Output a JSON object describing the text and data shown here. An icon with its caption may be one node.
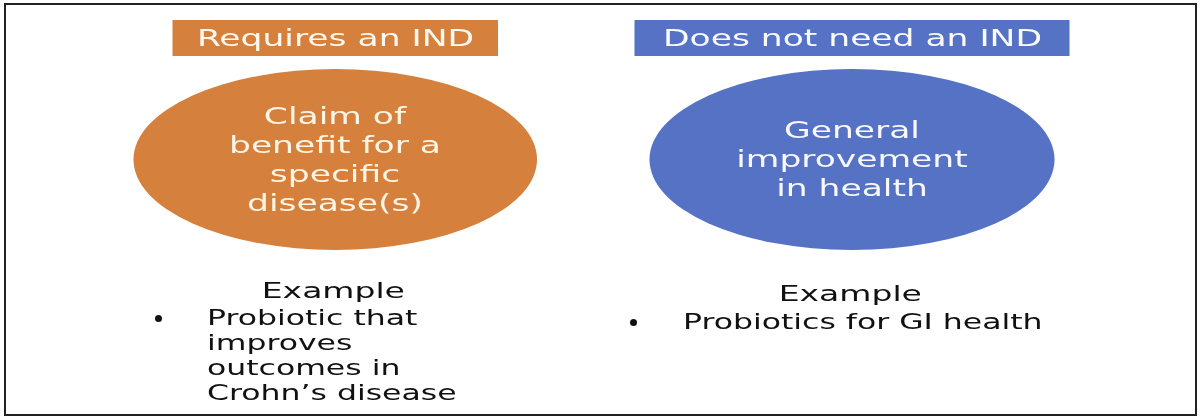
{
  "diagram": {
    "nodes": [
      {
        "text": [
          "Requires an IND"
        ]
      },
      {
        "text": [
          "Does not need an IND"
        ]
      },
      {
        "text": [
          "Claim of benefit for a specific disease(s)"
        ]
      },
      {
        "text": [
          "General improvement in health"
        ]
      }
    ],
    "labels": [
      "Example",
      "Example",
      "Probiotic that improves outcomes in Crohn’s disease",
      "Probiotics for GI health"
    ]
  }
}
